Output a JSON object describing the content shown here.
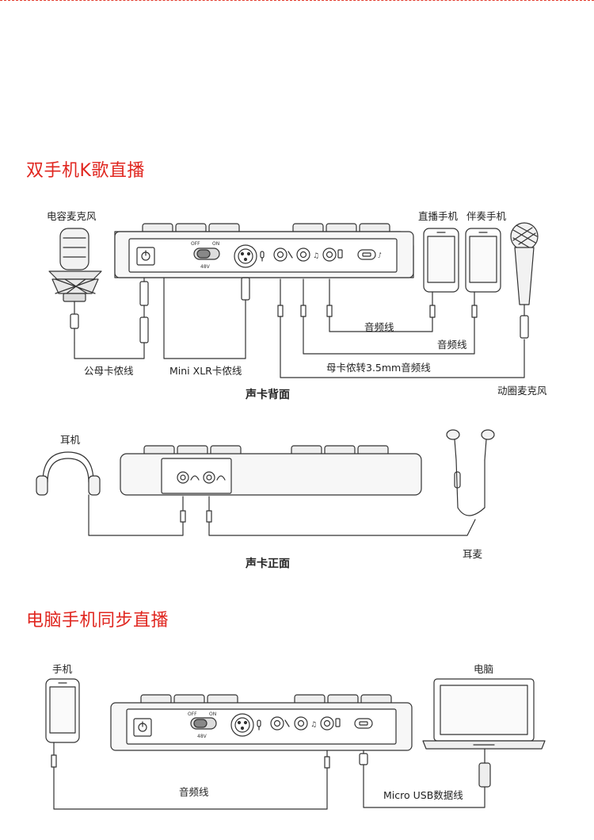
{
  "section1": {
    "title": "双手机K歌直播",
    "labels": {
      "condenser_mic": "电容麦克风",
      "phone_live": "直播手机",
      "phone_accomp": "伴奏手机",
      "audio_cable_1": "音频线",
      "audio_cable_2": "音频线",
      "male_female_cable": "公母卡侬线",
      "mini_xlr_cable": "Mini XLR卡侬线",
      "female_xlr_35_cable": "母卡侬转3.5mm音频线",
      "dynamic_mic": "动圈麦克风",
      "back_caption": "声卡背面"
    },
    "device_back": {
      "switch_off": "OFF",
      "switch_on": "ON",
      "phantom": "48V"
    }
  },
  "section2": {
    "labels": {
      "headphones": "耳机",
      "earset": "耳麦",
      "front_caption": "声卡正面"
    }
  },
  "section3": {
    "title": "电脑手机同步直播",
    "labels": {
      "phone": "手机",
      "computer": "电脑",
      "audio_cable": "音频线",
      "usb_cable": "Micro USB数据线"
    },
    "device_back": {
      "switch_off": "OFF",
      "switch_on": "ON",
      "phantom": "48V"
    }
  },
  "colors": {
    "accent": "#e0261f",
    "line": "#333333",
    "device_fill": "#f7f7f7"
  }
}
